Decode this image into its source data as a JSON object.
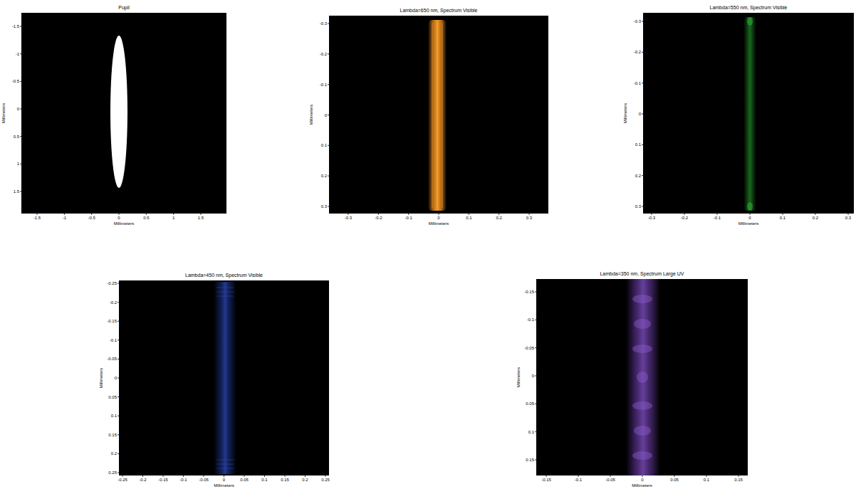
{
  "diagram": {
    "labels": [
      "Pupil",
      "-1.5",
      "-1",
      "-0.5",
      "0",
      "0.5",
      "1",
      "1.5",
      "Millimeters",
      "-1.5",
      "-1",
      "-0.5",
      "0",
      "0.5",
      "1",
      "1.5",
      "Millimeters",
      "Lambda=650 nm, Spectrum Visible",
      "-0.3",
      "-0.2",
      "-0.1",
      "0",
      "0.1",
      "0.2",
      "0.3",
      "Millimeters",
      "-0.3",
      "-0.2",
      "-0.1",
      "0",
      "0.1",
      "0.2",
      "0.3",
      "Millimeters",
      "Lambda=550 nm, Spectrum Visible",
      "-0.3",
      "-0.2",
      "-0.1",
      "0",
      "0.1",
      "0.2",
      "0.3",
      "Millimeters",
      "-0.3",
      "-0.2",
      "-0.1",
      "0",
      "0.1",
      "0.2",
      "0.3",
      "Millimeters",
      "Lambda=450 nm, Spectrum Visible",
      "-0.25",
      "-0.2",
      "-0.15",
      "-0.1",
      "-0.05",
      "0",
      "0.05",
      "0.1",
      "0.15",
      "0.2",
      "0.25",
      "Millimeters",
      "-0.25",
      "-0.2",
      "-0.15",
      "-0.1",
      "-0.05",
      "0",
      "0.05",
      "0.1",
      "0.15",
      "0.2",
      "0.25",
      "Millimeters",
      "Lambda=350 nm, Spectrum Large UV",
      "-0.15",
      "-0.1",
      "-0.05",
      "0",
      "0.05",
      "0.1",
      "0.15",
      "Millimeters",
      "-0.15",
      "-0.1",
      "-0.05",
      "0",
      "0.05",
      "0.1",
      "0.15",
      "Millimeters"
    ]
  }
}
